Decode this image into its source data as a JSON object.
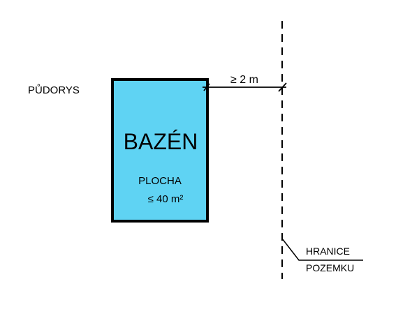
{
  "view_label": "PŮDORYS",
  "pool": {
    "name": "BAZÉN",
    "area_label": "PLOCHA",
    "area_value": "≤ 40 m²"
  },
  "distance_label": "≥ 2 m",
  "boundary": {
    "line1": "HRANICE",
    "line2": "POZEMKU"
  },
  "colors": {
    "pool_fill": "#5fd3f3",
    "stroke": "#000000",
    "background": "#ffffff"
  }
}
